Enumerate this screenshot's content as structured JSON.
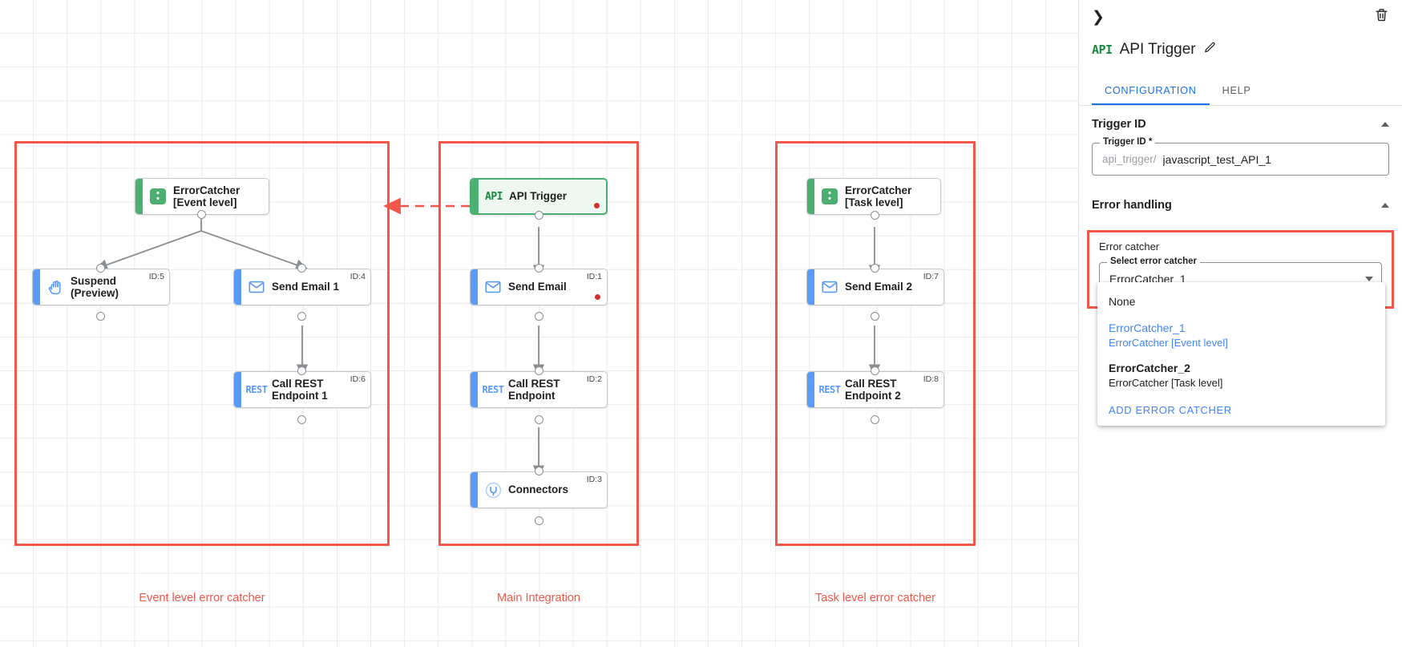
{
  "canvas": {
    "groups": [
      {
        "id": "event-level",
        "label": "Event level error catcher"
      },
      {
        "id": "main-integration",
        "label": "Main Integration"
      },
      {
        "id": "task-level",
        "label": "Task level error catcher"
      }
    ],
    "nodes": [
      {
        "key": "errorcatcher_event",
        "label": "ErrorCatcher\n[Event level]",
        "icon": "error-catcher-icon",
        "id_tag": "",
        "accent": "green",
        "selected": false,
        "dot": false
      },
      {
        "key": "suspend",
        "label": "Suspend\n(Preview)",
        "icon": "hand-icon",
        "id_tag": "ID:5",
        "accent": "blue",
        "selected": false,
        "dot": false
      },
      {
        "key": "send_email_1",
        "label": "Send Email 1",
        "icon": "envelope-icon",
        "id_tag": "ID:4",
        "accent": "blue",
        "selected": false,
        "dot": false
      },
      {
        "key": "call_rest_1",
        "label": "Call REST\nEndpoint 1",
        "icon": "rest-icon",
        "id_tag": "ID:6",
        "accent": "blue",
        "selected": false,
        "dot": false
      },
      {
        "key": "api_trigger",
        "label": "API Trigger",
        "icon": "api-icon",
        "id_tag": "",
        "accent": "green",
        "selected": true,
        "dot": true
      },
      {
        "key": "send_email",
        "label": "Send Email",
        "icon": "envelope-icon",
        "id_tag": "ID:1",
        "accent": "blue",
        "selected": false,
        "dot": true
      },
      {
        "key": "call_rest",
        "label": "Call REST\nEndpoint",
        "icon": "rest-icon",
        "id_tag": "ID:2",
        "accent": "blue",
        "selected": false,
        "dot": false
      },
      {
        "key": "connectors",
        "label": "Connectors",
        "icon": "connectors-icon",
        "id_tag": "ID:3",
        "accent": "blue",
        "selected": false,
        "dot": false
      },
      {
        "key": "errorcatcher_task",
        "label": "ErrorCatcher\n[Task level]",
        "icon": "error-catcher-icon",
        "id_tag": "",
        "accent": "green",
        "selected": false,
        "dot": false
      },
      {
        "key": "send_email_2",
        "label": "Send Email 2",
        "icon": "envelope-icon",
        "id_tag": "ID:7",
        "accent": "blue",
        "selected": false,
        "dot": false
      },
      {
        "key": "call_rest_2",
        "label": "Call REST\nEndpoint 2",
        "icon": "rest-icon",
        "id_tag": "ID:8",
        "accent": "blue",
        "selected": false,
        "dot": false
      }
    ],
    "colors": {
      "group_border": "#f2584a",
      "group_label": "#f2584a",
      "node_accent_blue": "#5b9bf8",
      "node_accent_green": "#4caf72",
      "edge": "#8a8f94",
      "error_edge": "#f2584a",
      "grid": "#ebebeb"
    }
  },
  "panel": {
    "collapse_icon": "chevron-right-icon",
    "delete_icon": "trash-icon",
    "title": "API Trigger",
    "title_icon": "api-icon",
    "edit_icon": "pencil-icon",
    "tabs": [
      {
        "key": "configuration",
        "label": "CONFIGURATION",
        "active": true
      },
      {
        "key": "help",
        "label": "HELP",
        "active": false
      }
    ],
    "trigger_id_section": {
      "heading": "Trigger ID",
      "collapse_icon": "chevron-up-icon",
      "field_legend": "Trigger ID *",
      "field_prefix": "api_trigger/",
      "field_value": "javascript_test_API_1",
      "field_placeholder": ""
    },
    "error_handling_section": {
      "heading": "Error handling",
      "collapse_icon": "chevron-up-icon",
      "caption": "Error catcher",
      "select_legend": "Select error catcher",
      "select_value": "ErrorCatcher_1",
      "dropdown_open": true,
      "options": [
        {
          "key": "none",
          "primary": "None",
          "secondary": "",
          "selected": false
        },
        {
          "key": "errorcatcher_1",
          "primary": "ErrorCatcher_1",
          "secondary": "ErrorCatcher [Event level]",
          "selected": true
        },
        {
          "key": "errorcatcher_2",
          "primary": "ErrorCatcher_2",
          "secondary": "ErrorCatcher [Task level]",
          "selected": false
        }
      ],
      "add_action_label": "ADD ERROR CATCHER"
    },
    "colors": {
      "accent_blue": "#1a73e8",
      "link_blue": "#4285f4",
      "highlight_red": "#f2584a"
    }
  }
}
